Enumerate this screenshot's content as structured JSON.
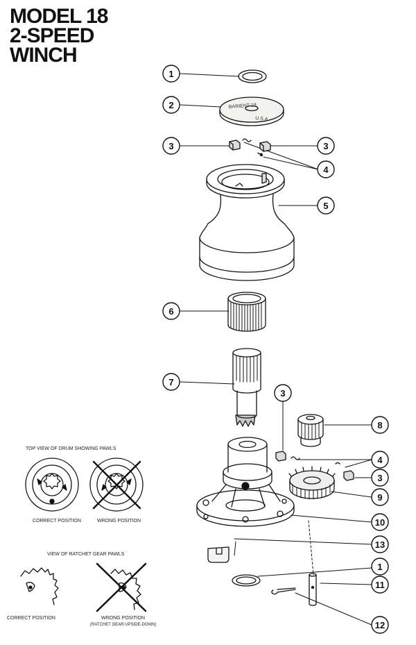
{
  "title": {
    "line1": "MODEL 18",
    "line2": "2-SPEED",
    "line3": "WINCH"
  },
  "drum_stamp": {
    "brand": "BARIENT 18",
    "origin": "U.S.A."
  },
  "callouts": [
    "1",
    "2",
    "3",
    "3",
    "4",
    "5",
    "6",
    "7",
    "3",
    "8",
    "4",
    "3",
    "9",
    "10",
    "13",
    "1",
    "11",
    "12"
  ],
  "inset_pawls": {
    "heading": "TOP VIEW OF DRUM SHOWING PAWLS",
    "correct_label": "CORRECT POSITION",
    "wrong_label": "WRONG POSITION"
  },
  "inset_ratchet": {
    "heading": "VIEW OF RATCHET GEAR PAWLS",
    "correct_label": "CORRECT POSITION",
    "wrong_label": "WRONG POSITION",
    "wrong_note": "(RATCHET GEAR UPSIDE-DOWN)"
  }
}
